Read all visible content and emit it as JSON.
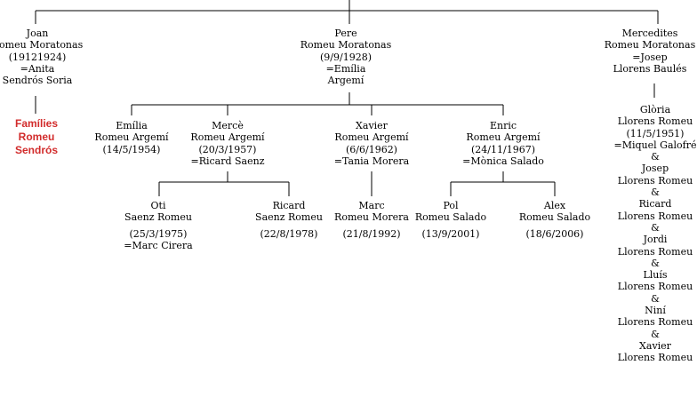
{
  "nodes": {
    "joan": [
      "Joan",
      "Romeu Moratonas",
      "(19121924)",
      "=Anita",
      "Sendrós Soria"
    ],
    "pere": [
      "Pere",
      "Romeu Moratonas",
      "(9/9/1928)",
      "=Emília",
      "Argemí"
    ],
    "mercedites": [
      "Mercedites",
      "Romeu Moratonas",
      "=Josep",
      "Llorens Baulés"
    ],
    "emilia": [
      "Emília",
      "Romeu Argemí",
      "(14/5/1954)"
    ],
    "merce": [
      "Mercè",
      "Romeu Argemí",
      "(20/3/1957)",
      "=Ricard Saenz"
    ],
    "xavier": [
      "Xavier",
      "Romeu Argemí",
      "(6/6/1962)",
      "=Tania Morera"
    ],
    "enric": [
      "Enric",
      "Romeu Argemí",
      "(24/11/1967)",
      "=Mònica Salado"
    ],
    "oti": [
      "Oti",
      "Saenz Romeu",
      "(25/3/1975)",
      "=Marc Cirera"
    ],
    "ricard_s": [
      "Ricard",
      "Saenz Romeu",
      "(22/8/1978)"
    ],
    "marc": [
      "Marc",
      "Romeu Morera",
      "(21/8/1992)"
    ],
    "pol": [
      "Pol",
      "Romeu Salado",
      "(13/9/2001)"
    ],
    "alex": [
      "Alex",
      "Romeu Salado",
      "(18/6/2006)"
    ],
    "llorens": [
      "Glòria",
      "Llorens Romeu",
      "(11/5/1951)",
      "=Miquel Galofré",
      "&",
      "Josep",
      "Llorens Romeu",
      "&",
      "Ricard",
      "Llorens Romeu",
      "&",
      "Jordi",
      "Llorens Romeu",
      "&",
      "Lluís",
      "Llorens Romeu",
      "&",
      "Niní",
      "Llorens Romeu",
      "&",
      "Xavier",
      "Llorens Romeu"
    ]
  },
  "link": {
    "lines": [
      "Famílies",
      "Romeu",
      "Sendrós"
    ],
    "color": "#d22c2c"
  }
}
